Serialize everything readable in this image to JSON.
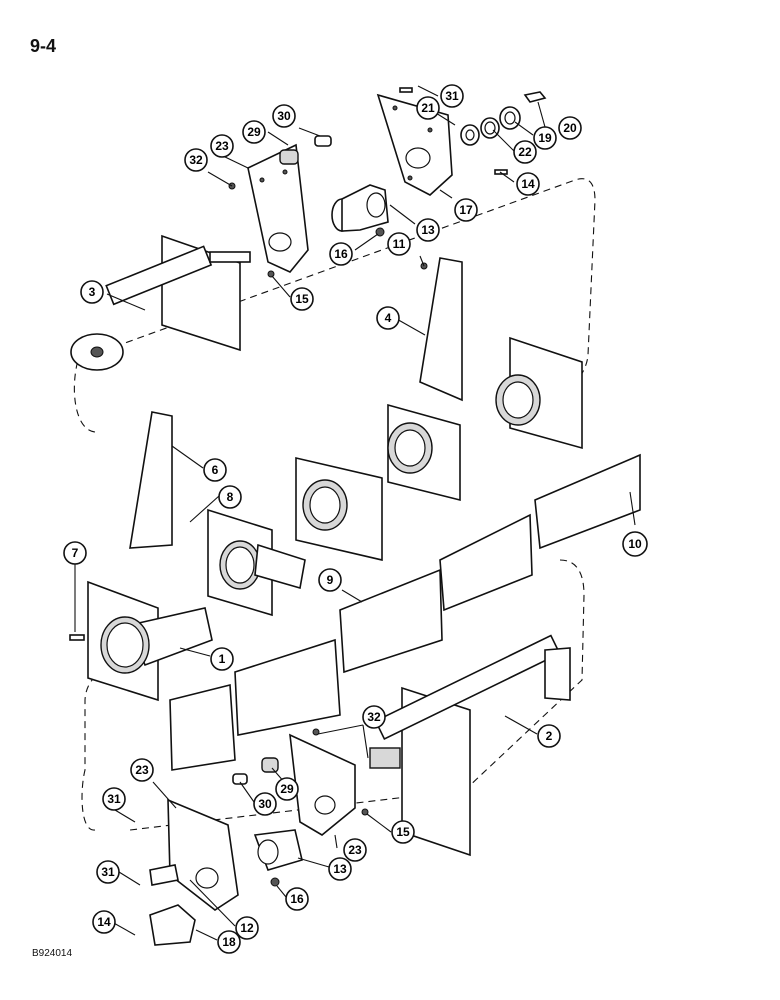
{
  "page_number": "9-4",
  "figure_code": "B924014",
  "callouts": {
    "c31a": "31",
    "c21": "21",
    "c19": "19",
    "c20": "20",
    "c22": "22",
    "c30a": "30",
    "c29a": "29",
    "c23a": "23",
    "c32a": "32",
    "c14a": "14",
    "c17": "17",
    "c13a": "13",
    "c16a": "16",
    "c11": "11",
    "c15a": "15",
    "c3": "3",
    "c4": "4",
    "c6": "6",
    "c8": "8",
    "c10": "10",
    "c7": "7",
    "c9": "9",
    "c1": "1",
    "c2": "2",
    "c32b": "32",
    "c23b": "23",
    "c31b": "31",
    "c29b": "29",
    "c30b": "30",
    "c15b": "15",
    "c23c": "23",
    "c13b": "13",
    "c31c": "31",
    "c16b": "16",
    "c12": "12",
    "c14b": "14",
    "c18": "18"
  }
}
